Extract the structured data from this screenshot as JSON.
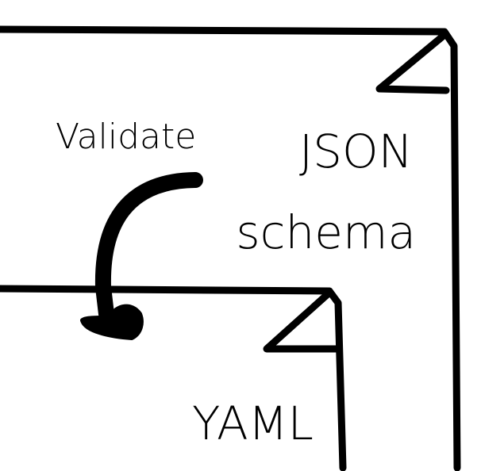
{
  "diagram": {
    "arrow_label": "Validate",
    "schema_doc": {
      "label_line1": "JSON",
      "label_line2": "schema"
    },
    "yaml_doc": {
      "label": "YAML"
    },
    "colors": {
      "ink": "#000000",
      "background": "#ffffff"
    }
  }
}
